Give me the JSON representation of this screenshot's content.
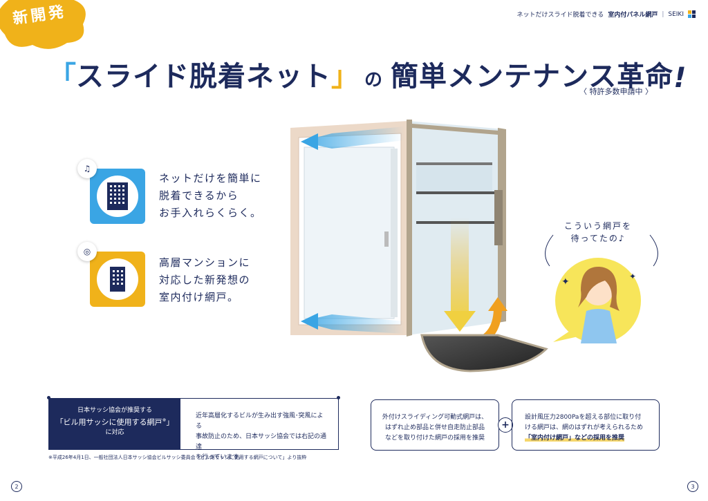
{
  "badge": {
    "text": "新開発"
  },
  "header": {
    "lead": "ネットだけスライド脱着できる",
    "product": "室内付パネル網戸",
    "separator": "|",
    "brand": "SEIKI"
  },
  "headline": {
    "open_bracket": "「",
    "main": "スライド脱着ネット",
    "close_bracket": "」",
    "particle": "の",
    "rest": "簡単メンテナンス革命",
    "exclaim": "!",
    "patent": "〈 特許多数申請中 〉"
  },
  "features": [
    {
      "icon": "music-note-icon",
      "glyph": "♫",
      "line1": "ネットだけを簡単に",
      "line2": "脱着できるから",
      "line3": "お手入れらくらく。"
    },
    {
      "icon": "target-icon",
      "glyph": "◎",
      "line1": "高層マンションに",
      "line2": "対応した新発想の",
      "line3": "室内付け網戸。"
    }
  ],
  "speech": {
    "line1": "こういう網戸を",
    "line2": "待ってたの♪"
  },
  "bottom_left": {
    "dark_line1": "日本サッシ協会が推奨する",
    "dark_line2": "「ビル用サッシに使用する網戸",
    "dark_sup": "※",
    "dark_line2_end": "」",
    "dark_line3": "に対応",
    "light_line1": "近年高層化するビルが生み出す強風･突風による",
    "light_line2": "事故防止のため、日本サッシ協会では右記の通達",
    "light_line3": "を行っています。"
  },
  "footnote": "※平成26年4月1日、一般社団法人日本サッシ協会ビルサッシ委員会「ビル用サッシに使用する網戸について」より抜粋",
  "box_r1": {
    "line1": "外付けスライディング可動式網戸は、",
    "line2": "はずれ止め部品と併せ自走防止部品",
    "line3": "などを取り付けた網戸の採用を推奨"
  },
  "plus": "+",
  "box_r2": {
    "line1": "設計風圧力2800Paを超える部位に取り付",
    "line2": "ける網戸は、網のはずれが考えられるため",
    "line3_hi": "「室内付け網戸」などの採用を推奨"
  },
  "pages": {
    "left": "2",
    "right": "3"
  },
  "colors": {
    "navy": "#1d2a5c",
    "blue": "#3aa5e4",
    "yellow": "#f0b21a"
  }
}
